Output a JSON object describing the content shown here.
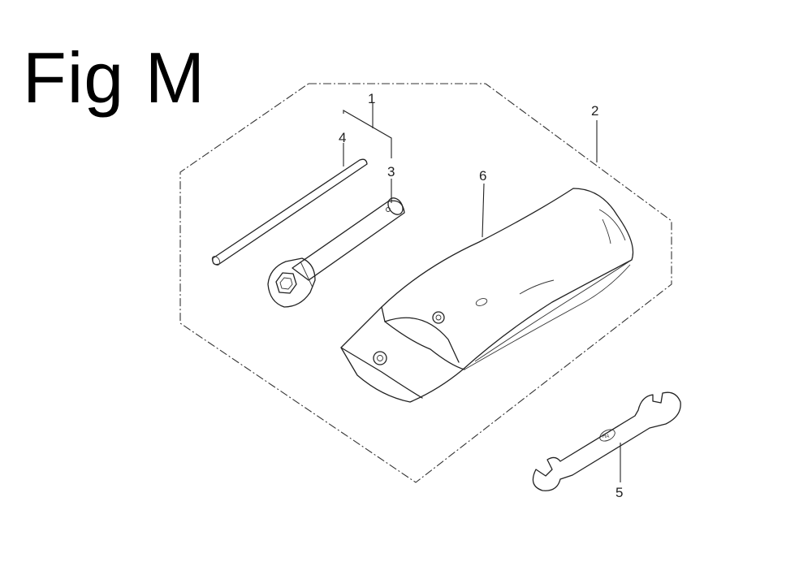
{
  "figure": {
    "title": "Fig M"
  },
  "parts": [
    {
      "label": "1",
      "name": "tool-set-kit"
    },
    {
      "label": "2",
      "name": "tool-bag-assembly"
    },
    {
      "label": "3",
      "name": "spark-plug-wrench"
    },
    {
      "label": "4",
      "name": "wrench-handle-bar"
    },
    {
      "label": "5",
      "name": "open-end-wrench"
    },
    {
      "label": "6",
      "name": "tool-bag"
    }
  ],
  "wrench_mark": "HA"
}
